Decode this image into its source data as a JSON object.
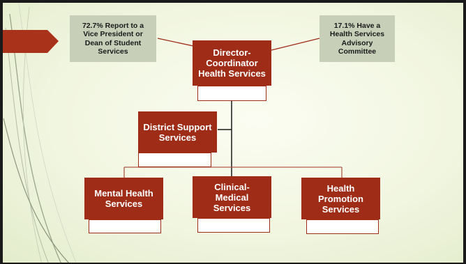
{
  "chart": {
    "root": "Director-\nCoordinator\nHealth Services",
    "side": "District Support\nServices",
    "children": [
      "Mental Health\nServices",
      "Clinical-\nMedical\nServices",
      "Health\nPromotion\nServices"
    ]
  },
  "callouts": {
    "left": "72.7% Report to a\nVice President or\nDean of Student\nServices",
    "right": "17.1% Have a\nHealth Services\nAdvisory\nCommittee"
  },
  "colors": {
    "box_fill": "#9e2c17",
    "callout_fill": "#c7cfb8",
    "accent_arrow": "#a8321a",
    "background": "#f1f6e0"
  }
}
